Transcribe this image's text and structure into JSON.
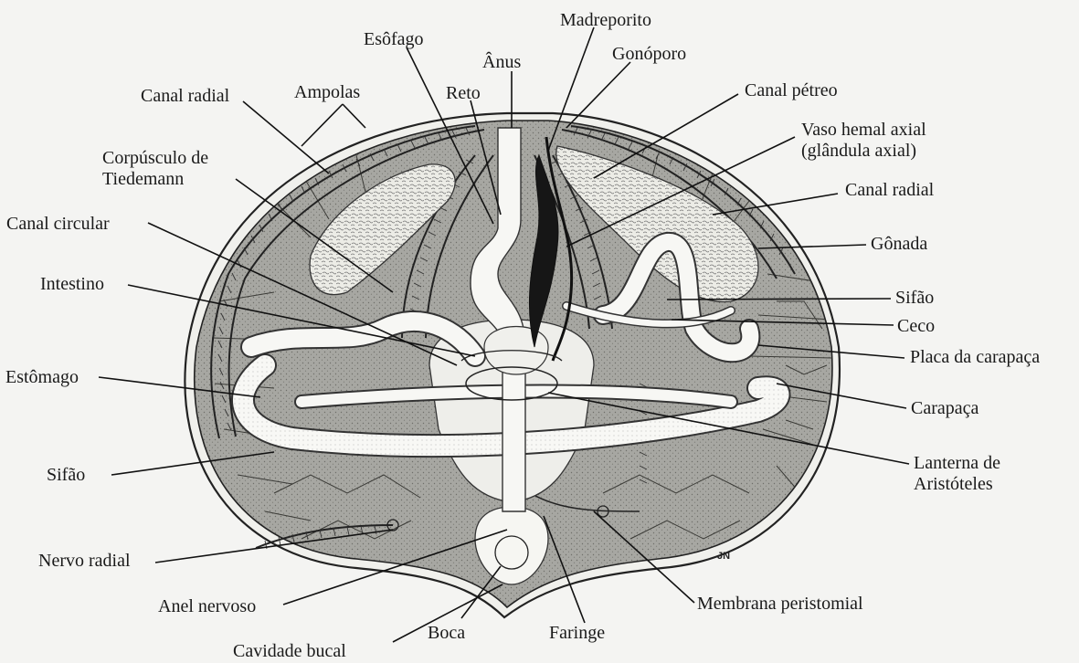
{
  "figure": {
    "type": "sea-urchin internal anatomy (sectioned view)",
    "signature": "JN",
    "colors": {
      "ink": "#1a1a1a",
      "paper": "#f4f4f2",
      "test_fill": "#a7a7a2",
      "gonad_fill": "#e8e8e2",
      "gut_fill": "#f7f7f4",
      "dark_vessel": "#161616"
    }
  },
  "labels": {
    "esofago": "Esôfago",
    "madreporito": "Madreporito",
    "anus": "Ânus",
    "gonoporo": "Gonóporo",
    "canal_radial_top_left": "Canal radial",
    "ampolas": "Ampolas",
    "reto": "Reto",
    "canal_petreo": "Canal pétreo",
    "vaso_hemal_line1": "Vaso hemal axial",
    "vaso_hemal_line2": "(glândula axial)",
    "corpusculo_line1": "Corpúsculo de",
    "corpusculo_line2": "Tiedemann",
    "canal_radial_right": "Canal radial",
    "canal_circular": "Canal circular",
    "gonada": "Gônada",
    "intestino": "Intestino",
    "sifao_right": "Sifão",
    "ceco": "Ceco",
    "estomago": "Estômago",
    "placa_da_carapaca": "Placa da carapaça",
    "carapaca": "Carapaça",
    "sifao_left": "Sifão",
    "lanterna_line1": "Lanterna de",
    "lanterna_line2": "Aristóteles",
    "nervo_radial": "Nervo radial",
    "membrana_peristomial": "Membrana peristomial",
    "anel_nervoso": "Anel nervoso",
    "boca": "Boca",
    "faringe": "Faringe",
    "cavidade_bucal": "Cavidade bucal"
  }
}
